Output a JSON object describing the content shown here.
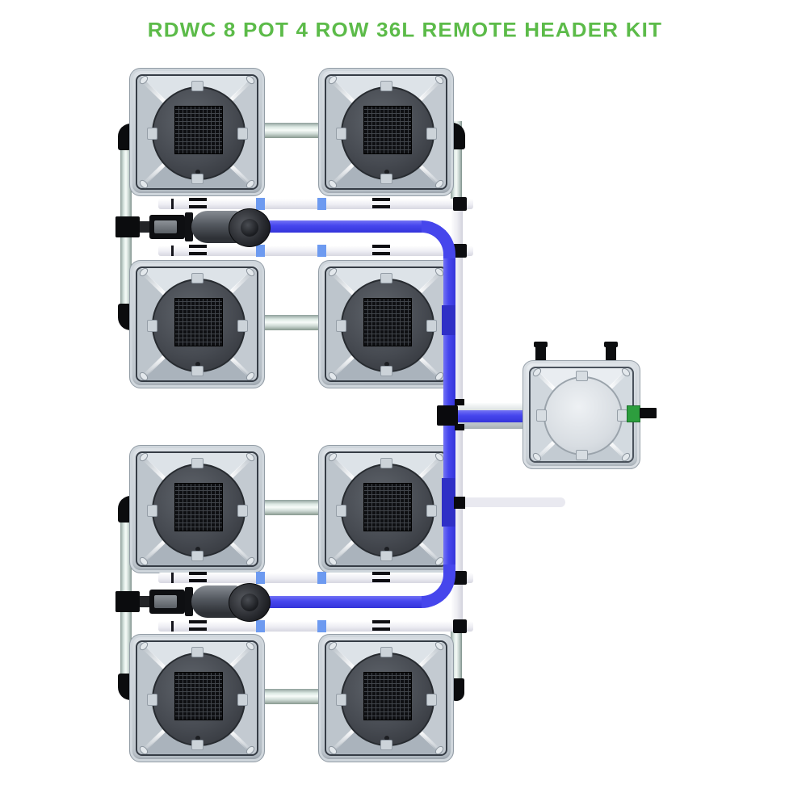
{
  "title": {
    "text": "RDWC 8 POT 4 ROW 36L REMOTE HEADER KIT",
    "color": "#5cbb49"
  },
  "kit": {
    "system_type": "RDWC",
    "pot_count": 8,
    "row_count": 4,
    "pots_per_row": 2,
    "pot_volume": "36L",
    "header_type": "REMOTE HEADER",
    "pump_count": 2,
    "header_tank_count": 1
  },
  "colors": {
    "title_green": "#5cbb49",
    "tube_blue": "#4747ee",
    "connector_blue": "#6d9af0",
    "manifold_white": "#ededf3",
    "glass_pipe": "#dde9e4",
    "pot_body_gray": "#c6cdd4",
    "pot_lid_dark": "#464a51",
    "tank_lid_light": "#dde2e7",
    "fitting_black": "#0b0c0e",
    "fitting_green": "#2d9e3e",
    "background": "#ffffff"
  }
}
